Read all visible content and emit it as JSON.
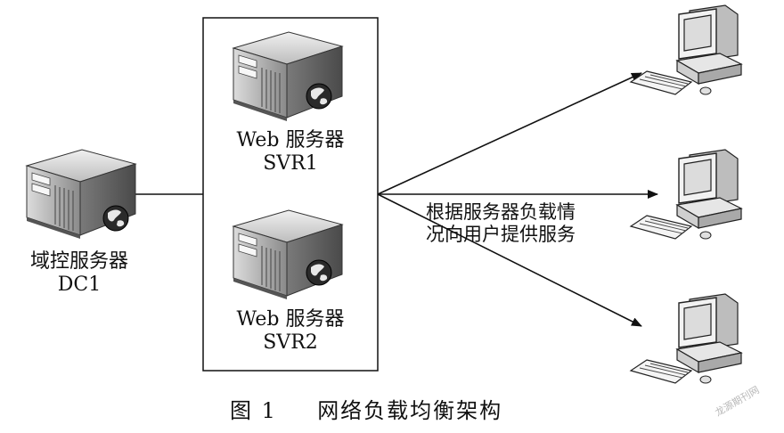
{
  "domain_controller": {
    "line1": "域控服务器",
    "line2": "DC1"
  },
  "web_server_1": {
    "line1": "Web 服务器",
    "line2": "SVR1"
  },
  "web_server_2": {
    "line1": "Web 服务器",
    "line2": "SVR2"
  },
  "distribution_note": {
    "line1": "根据服务器负载情",
    "line2": "况向用户提供服务"
  },
  "figure_caption": {
    "number": "图 1",
    "title": "网络负载均衡架构"
  },
  "watermark": "龙源期刊网",
  "clients": [
    "client-1",
    "client-2",
    "client-3"
  ],
  "colors": {
    "line": "#111111",
    "server_body": "#8a8a8a",
    "globe": "#222222"
  }
}
